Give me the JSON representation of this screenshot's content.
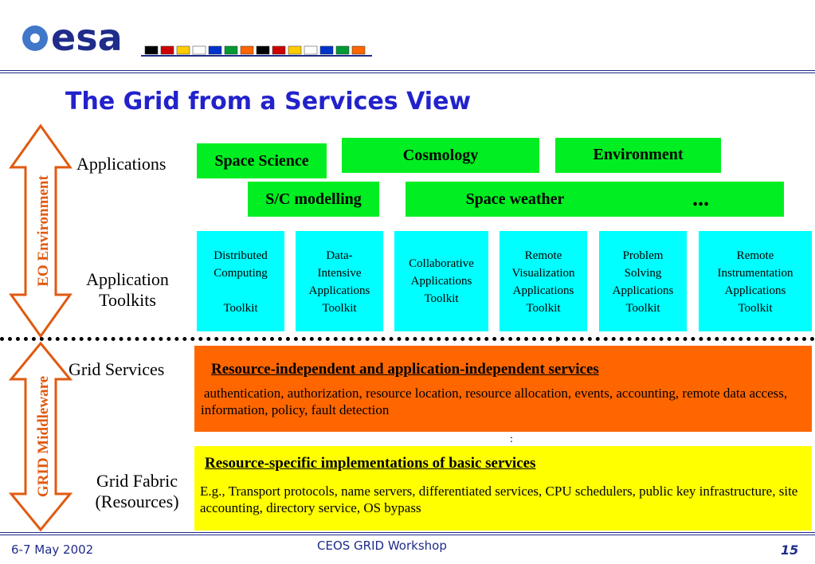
{
  "logo": {
    "text": "esa",
    "flag_colors": [
      "#000000",
      "#cc0000",
      "#ffcc00",
      "#ffffff",
      "#0033cc",
      "#009933",
      "#ff6600"
    ]
  },
  "title": "The Grid from a Services View",
  "arrows": {
    "eo_environment": "EO Environment",
    "grid_middleware": "GRID Middleware",
    "color": "#e05a10"
  },
  "labels": {
    "applications": "Applications",
    "application_toolkits_1": "Application",
    "application_toolkits_2": "Toolkits",
    "grid_services": "Grid Services",
    "grid_fabric_1": "Grid Fabric",
    "grid_fabric_2": "(Resources)"
  },
  "applications": {
    "space_science": "Space Science",
    "cosmology": "Cosmology",
    "environment": "Environment",
    "sc_modelling": "S/C modelling",
    "space_weather": "Space weather",
    "more": "..."
  },
  "toolkits": [
    "Distributed\nComputing\n\nToolkit",
    "Data-\nIntensive\nApplications\nToolkit",
    "Collaborative\nApplications\nToolkit",
    "Remote\nVisualization\nApplications\nToolkit",
    "Problem\nSolving\nApplications\nToolkit",
    "Remote\nInstrumentation\nApplications\nToolkit"
  ],
  "grid_services": {
    "heading": "Resource-independent and application-independent services",
    "body": "authentication, authorization, resource location, resource allocation, events, accounting, remote data access, information, policy, fault detection"
  },
  "grid_fabric": {
    "heading": "Resource-specific implementations of basic services",
    "body": "E.g., Transport protocols, name servers, differentiated services, CPU schedulers, public key infrastructure, site accounting, directory service, OS bypass"
  },
  "separators": {
    "colon": ":"
  },
  "footer": {
    "date": "6-7 May 2002",
    "event": "CEOS GRID Workshop",
    "page": "15"
  }
}
